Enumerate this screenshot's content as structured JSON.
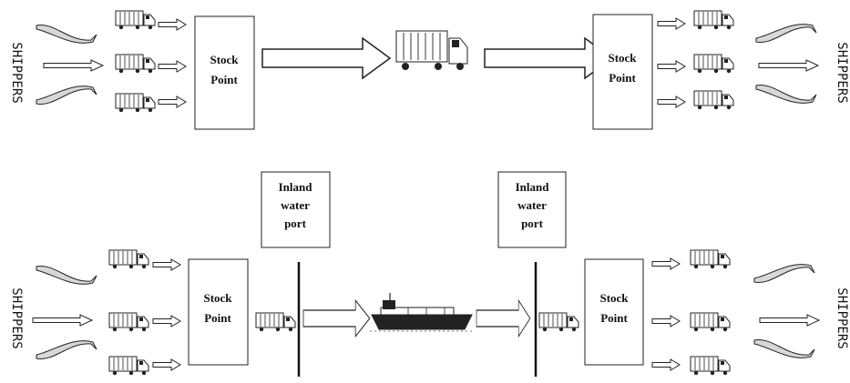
{
  "labels": {
    "stock_point": "Stock Point",
    "inland_water_port": "Inland water port",
    "side_text": "SHIPPERS"
  }
}
